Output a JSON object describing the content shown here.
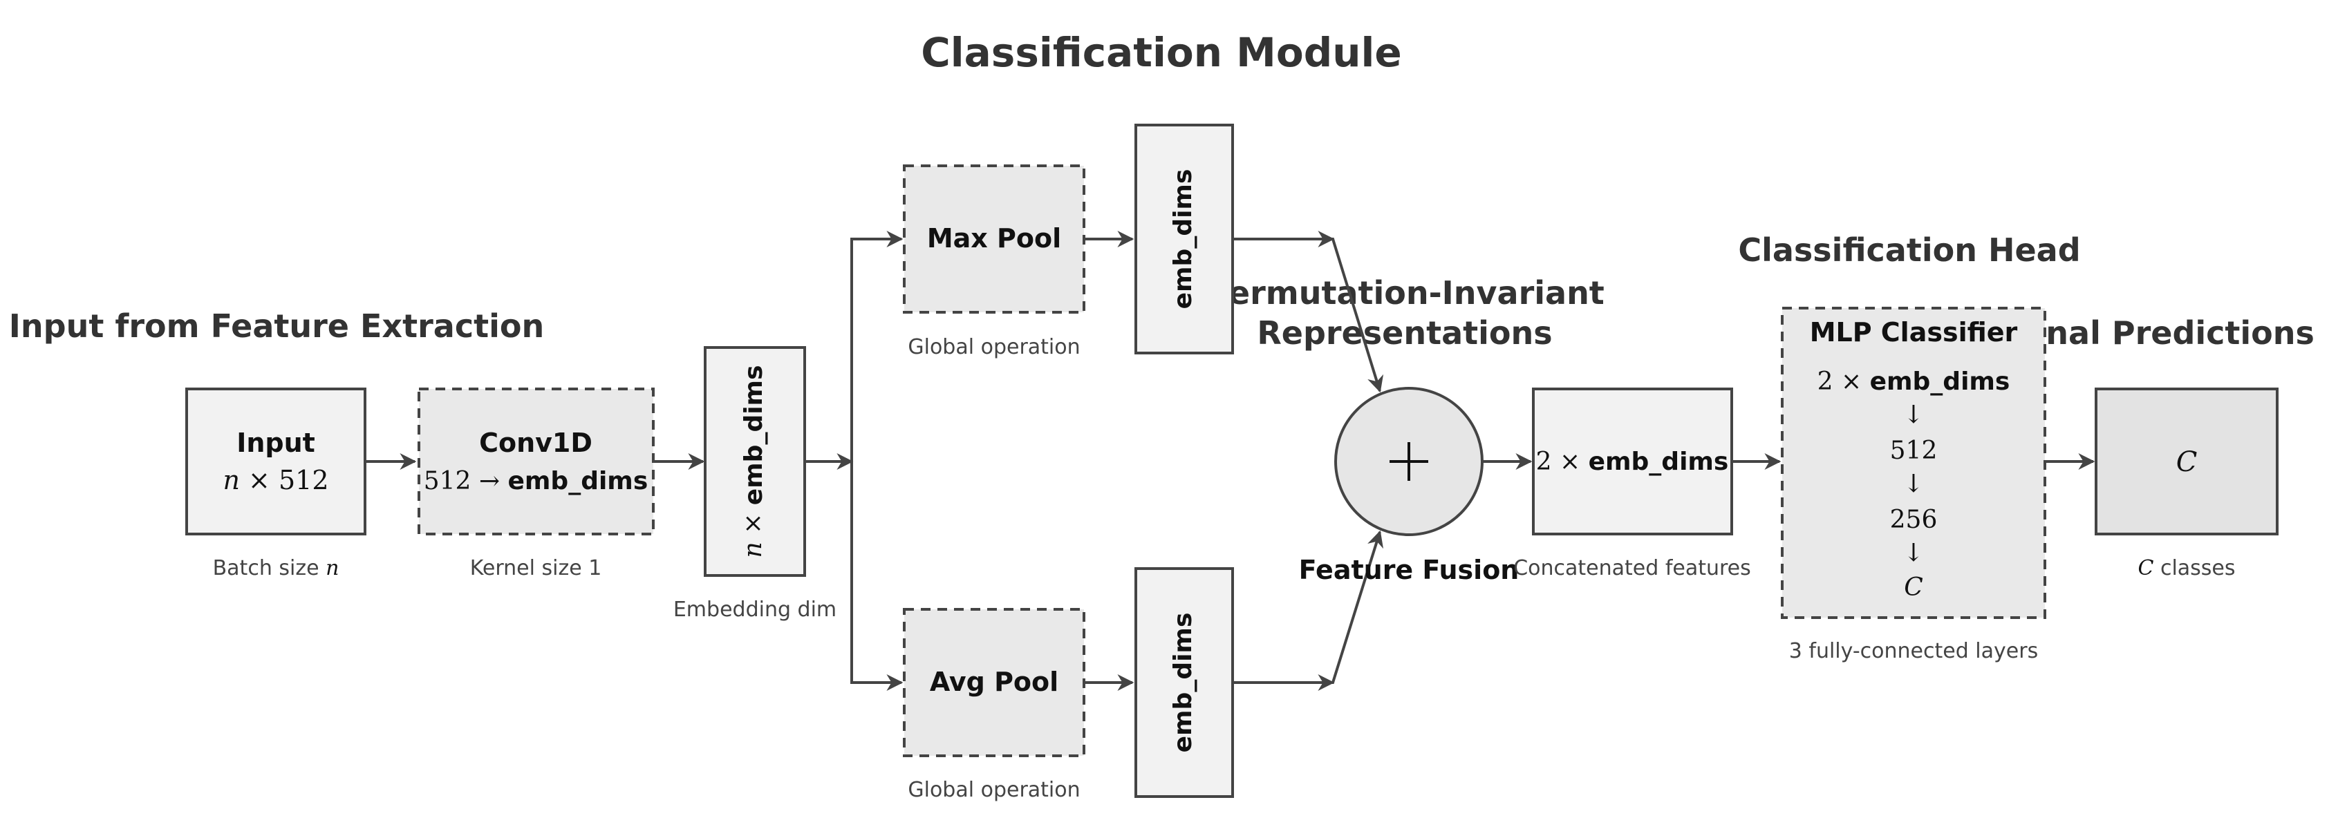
{
  "title": "Classification Module",
  "sections": {
    "input": "Input from Feature Extraction",
    "representations_line1": "Permutation-Invariant",
    "representations_line2": "Representations",
    "head": "Classification Head",
    "predictions": "Final Predictions"
  },
  "nodes": {
    "input": {
      "label": "Input",
      "math_var": "n",
      "math_rest": " × 512",
      "caption_text": "Batch size ",
      "caption_var": "n"
    },
    "conv1d": {
      "label": "Conv1D",
      "math_left": "512 → ",
      "math_bold": "emb_dims",
      "caption": "Kernel size 1"
    },
    "embedding": {
      "math_var": "n",
      "math_op": " × ",
      "label_bold": "emb_dims",
      "caption": "Embedding dim"
    },
    "max_pool": {
      "label": "Max Pool",
      "caption": "Global operation"
    },
    "avg_pool": {
      "label": "Avg Pool",
      "caption": "Global operation"
    },
    "max_out": {
      "label": "emb_dims"
    },
    "avg_out": {
      "label": "emb_dims"
    },
    "fusion": {
      "symbol": "+",
      "label": "Feature Fusion"
    },
    "concat": {
      "math": "2 × ",
      "label_bold": "emb_dims",
      "caption": "Concatenated features"
    },
    "mlp": {
      "label": "MLP Classifier",
      "row1_math": "2 × ",
      "row1_bold": "emb_dims",
      "arrow": "↓",
      "row2": "512",
      "row3": "256",
      "row4": "C",
      "caption": "3 fully-connected layers"
    },
    "output": {
      "label": "C",
      "caption_var": "C",
      "caption_text": " classes"
    }
  },
  "colors": {
    "box_fill": "#f2f2f2",
    "op_fill": "#e9e9e9",
    "fusion_fill": "#e6e6e6",
    "output_fill": "#e3e3e3",
    "stroke": "#444444",
    "text": "#333333"
  }
}
